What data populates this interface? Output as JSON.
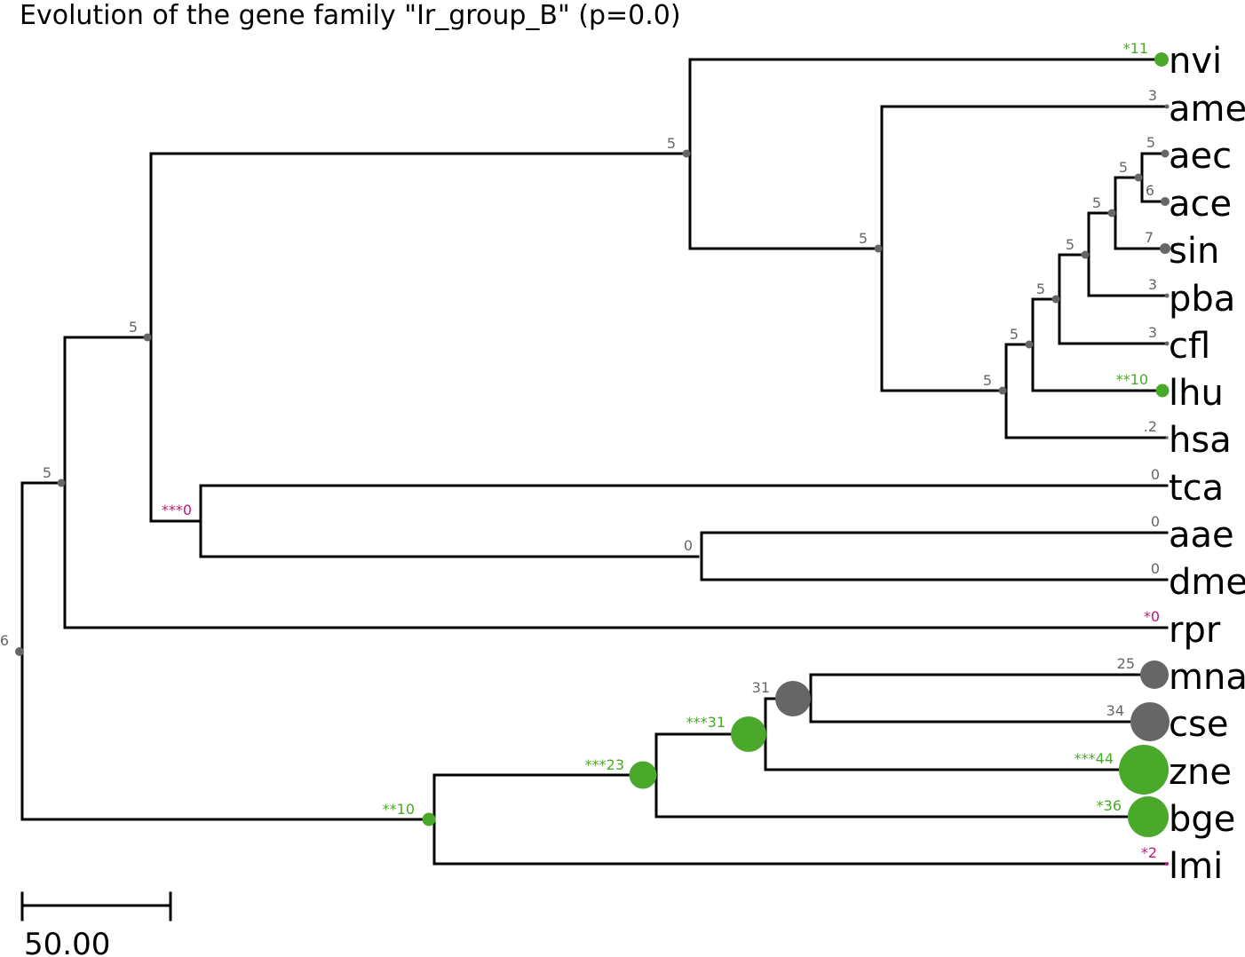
{
  "title": "Evolution of the gene family \"Ir_group_B\" (p=0.0)",
  "colors": {
    "gray": "#666666",
    "green": "#4aa92a",
    "magenta": "#c0187a",
    "branch": "#000000"
  },
  "scale_bar": {
    "label": "50.00",
    "units": 50
  },
  "leaves": [
    {
      "id": "nvi",
      "label": "nvi",
      "count_label": "*11",
      "count": 11,
      "status": "increase"
    },
    {
      "id": "ame",
      "label": "ame",
      "count_label": "3",
      "count": 3,
      "status": "none"
    },
    {
      "id": "aec",
      "label": "aec",
      "count_label": "5",
      "count": 5,
      "status": "none"
    },
    {
      "id": "ace",
      "label": "ace",
      "count_label": "6",
      "count": 6,
      "status": "none"
    },
    {
      "id": "sin",
      "label": "sin",
      "count_label": "7",
      "count": 7,
      "status": "none"
    },
    {
      "id": "pba",
      "label": "pba",
      "count_label": "3",
      "count": 3,
      "status": "none"
    },
    {
      "id": "cfl",
      "label": "cfl",
      "count_label": "3",
      "count": 3,
      "status": "none"
    },
    {
      "id": "lhu",
      "label": "lhu",
      "count_label": "**10",
      "count": 10,
      "status": "increase"
    },
    {
      "id": "hsa",
      "label": "hsa",
      "count_label": ".2",
      "count": 2,
      "status": "none"
    },
    {
      "id": "tca",
      "label": "tca",
      "count_label": "0",
      "count": 0,
      "status": "none"
    },
    {
      "id": "aae",
      "label": "aae",
      "count_label": "0",
      "count": 0,
      "status": "none"
    },
    {
      "id": "dme",
      "label": "dme",
      "count_label": "0",
      "count": 0,
      "status": "none"
    },
    {
      "id": "rpr",
      "label": "rpr",
      "count_label": "*0",
      "count": 0,
      "status": "decrease"
    },
    {
      "id": "mna",
      "label": "mna",
      "count_label": "25",
      "count": 25,
      "status": "none"
    },
    {
      "id": "cse",
      "label": "cse",
      "count_label": "34",
      "count": 34,
      "status": "none"
    },
    {
      "id": "zne",
      "label": "zne",
      "count_label": "***44",
      "count": 44,
      "status": "increase"
    },
    {
      "id": "bge",
      "label": "bge",
      "count_label": "*36",
      "count": 36,
      "status": "increase"
    },
    {
      "id": "lmi",
      "label": "lmi",
      "count_label": "*2",
      "count": 2,
      "status": "decrease"
    }
  ],
  "internal_nodes": [
    {
      "id": "root",
      "count_label": "6",
      "count": 6,
      "status": "none"
    },
    {
      "id": "n_insects",
      "count_label": "5",
      "count": 5,
      "status": "none"
    },
    {
      "id": "n_holo",
      "count_label": "5",
      "count": 5,
      "status": "none"
    },
    {
      "id": "n_hym",
      "count_label": "5",
      "count": 5,
      "status": "none"
    },
    {
      "id": "n_aculeata",
      "count_label": "5",
      "count": 5,
      "status": "none"
    },
    {
      "id": "n_ants",
      "count_label": "5",
      "count": 5,
      "status": "none"
    },
    {
      "id": "n_ants2",
      "count_label": "5",
      "count": 5,
      "status": "none"
    },
    {
      "id": "n_ants3",
      "count_label": "5",
      "count": 5,
      "status": "none"
    },
    {
      "id": "n_ants4",
      "count_label": "5",
      "count": 5,
      "status": "none"
    },
    {
      "id": "n_attini",
      "count_label": "5",
      "count": 5,
      "status": "none"
    },
    {
      "id": "n_acro",
      "count_label": "5",
      "count": 5,
      "status": "none"
    },
    {
      "id": "n_tca_dip",
      "count_label": "***0",
      "count": 0,
      "status": "decrease"
    },
    {
      "id": "n_dip",
      "count_label": "0",
      "count": 0,
      "status": "none"
    },
    {
      "id": "n_poly",
      "count_label": "**10",
      "count": 10,
      "status": "increase"
    },
    {
      "id": "n_dict",
      "count_label": "***23",
      "count": 23,
      "status": "increase"
    },
    {
      "id": "n_isop",
      "count_label": "***31",
      "count": 31,
      "status": "increase"
    },
    {
      "id": "n_termites",
      "count_label": "31",
      "count": 31,
      "status": "none"
    }
  ]
}
